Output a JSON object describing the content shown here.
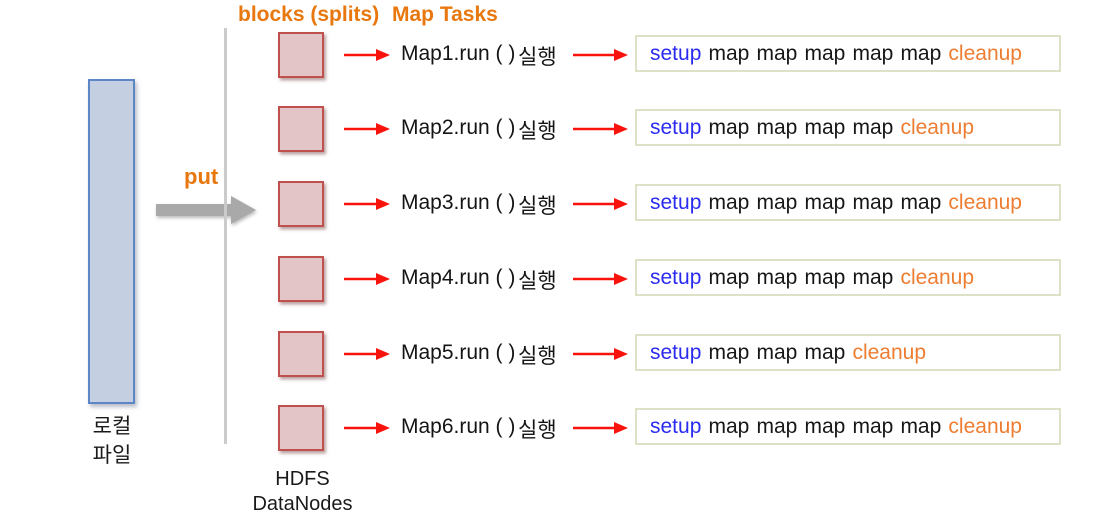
{
  "headers": {
    "blocks": "blocks (splits)",
    "map_tasks": "Map Tasks"
  },
  "put_label": "put",
  "local_file_label": {
    "line1": "로컬",
    "line2": "파일"
  },
  "hdfs_label": {
    "line1": "HDFS",
    "line2": "DataNodes"
  },
  "rows": [
    {
      "task": "Map1.run ( )",
      "exec": "실행",
      "phases": [
        "setup",
        "map",
        "map",
        "map",
        "map",
        "map",
        "cleanup"
      ]
    },
    {
      "task": "Map2.run ( )",
      "exec": "실행",
      "phases": [
        "setup",
        "map",
        "map",
        "map",
        "map",
        "cleanup"
      ]
    },
    {
      "task": "Map3.run ( )",
      "exec": "실행",
      "phases": [
        "setup",
        "map",
        "map",
        "map",
        "map",
        "map",
        "cleanup"
      ]
    },
    {
      "task": "Map4.run ( )",
      "exec": "실행",
      "phases": [
        "setup",
        "map",
        "map",
        "map",
        "map",
        "cleanup"
      ]
    },
    {
      "task": "Map5.run ( )",
      "exec": "실행",
      "phases": [
        "setup",
        "map",
        "map",
        "map",
        "cleanup"
      ]
    },
    {
      "task": "Map6.run ( )",
      "exec": "실행",
      "phases": [
        "setup",
        "map",
        "map",
        "map",
        "map",
        "map",
        "cleanup"
      ]
    }
  ],
  "colors": {
    "header_orange": "#E8770E",
    "cleanup_orange": "#ED7D31",
    "setup_blue": "#2B2BF0",
    "arrow_red": "#F8130D",
    "block_fill": "#E3C5C8",
    "block_border": "#C0504D",
    "file_fill": "#C5CFE2",
    "file_border": "#5C86C5",
    "divider_gray": "#CBCBCB",
    "put_arrow_gray": "#A9A9A9",
    "phase_box_border": "#DBE2C6"
  }
}
